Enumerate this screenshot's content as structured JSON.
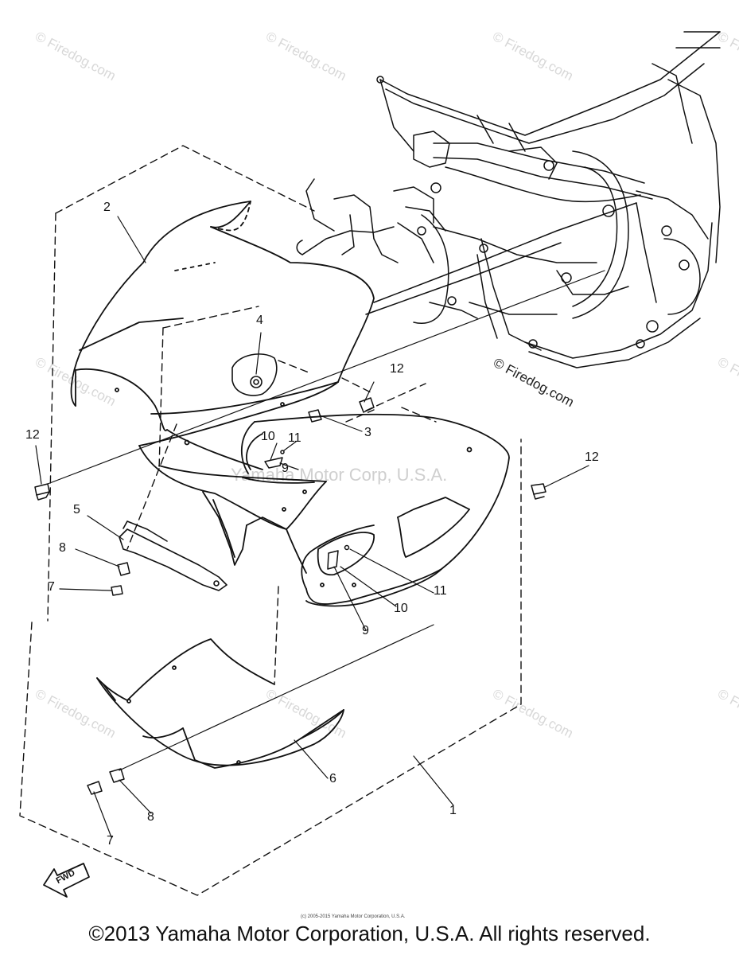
{
  "watermark": "© Firedog.com",
  "watermark_center": "Yamaha Motor Corp, U.S.A.",
  "direction_label": "FWD",
  "small_copyright": "(c) 2005-2015 Yamaha Motor Corporation, U.S.A.",
  "footer_copyright": "©2013 Yamaha Motor Corporation, U.S.A. All rights reserved.",
  "callouts": {
    "c1": "1",
    "c2": "2",
    "c3": "3",
    "c4": "4",
    "c5": "5",
    "c6": "6",
    "c7a": "7",
    "c7b": "7",
    "c8a": "8",
    "c8b": "8",
    "c9a": "9",
    "c9b": "9",
    "c10a": "10",
    "c10b": "10",
    "c11a": "11",
    "c11b": "11",
    "c12a": "12",
    "c12b": "12",
    "c12c": "12"
  },
  "colors": {
    "line": "#111111",
    "watermark": "#d6d6d6"
  }
}
